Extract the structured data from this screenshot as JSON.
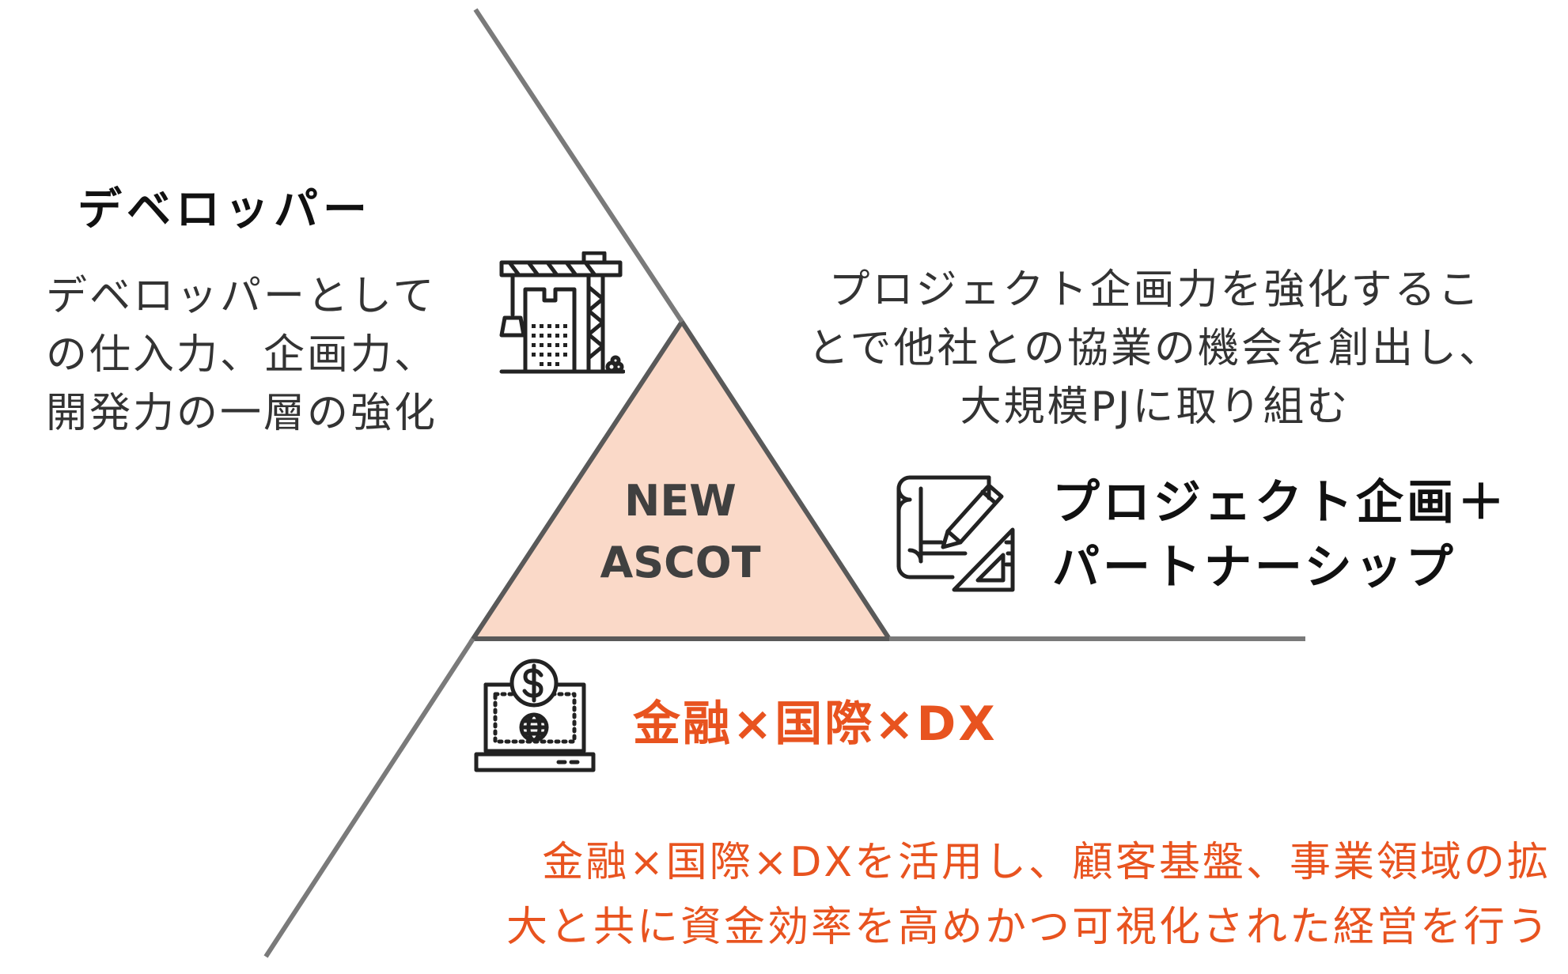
{
  "center": {
    "label_line1": "NEW",
    "label_line2": "ASCOT",
    "fill_color": "#fad9c8",
    "line_color": "#595959"
  },
  "developer": {
    "title": "デベロッパー",
    "desc_line1": "デベロッパーとして",
    "desc_line2": "の仕入力、企画力、",
    "desc_line3": "開発力の一層の強化",
    "icon": "construction-crane-building-icon"
  },
  "project": {
    "desc_line1": "プロジェクト企画力を強化するこ",
    "desc_line2": "とで他社との協業の機会を創出し、",
    "desc_line3": "大規模PJに取り組む",
    "title_line1": "プロジェクト企画＋",
    "title_line2": "パートナーシップ",
    "icon": "blueprint-pencil-ruler-icon"
  },
  "finance": {
    "title": "金融×国際×DX",
    "desc_line1": "金融×国際×DXを活用し、顧客基盤、事業領域の拡",
    "desc_line2": "大と共に資金効率を高めかつ可視化された経営を行う",
    "icon": "laptop-dollar-globe-icon",
    "accent_color": "#e8531f"
  }
}
